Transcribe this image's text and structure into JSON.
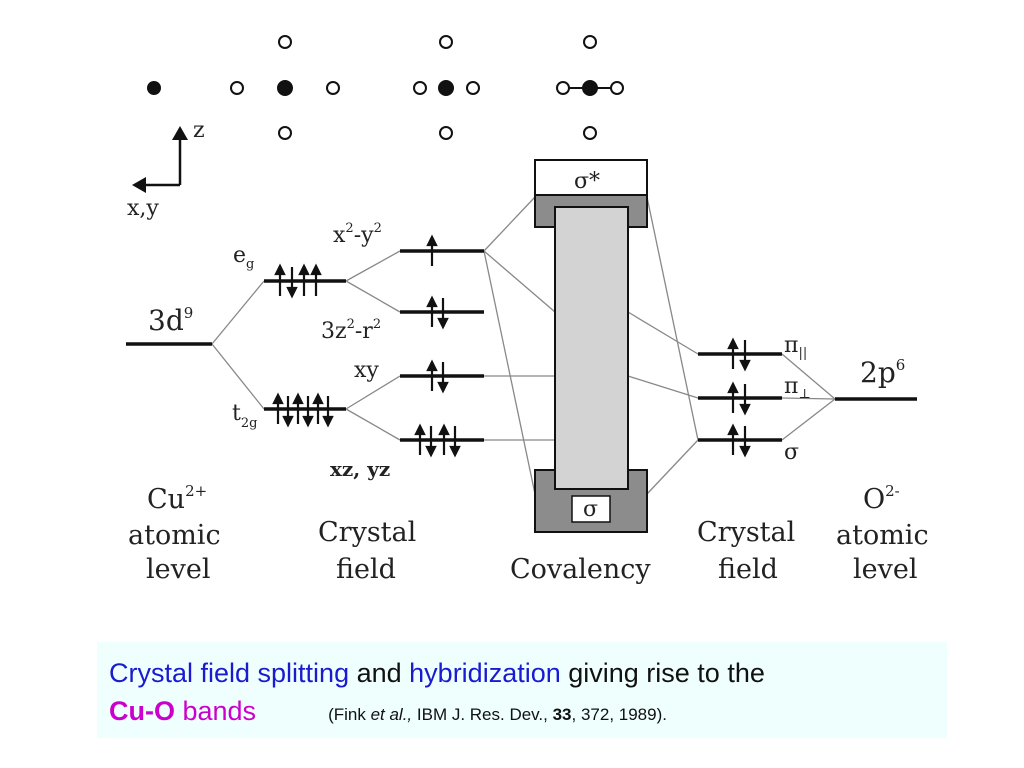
{
  "diagram": {
    "axes": {
      "z": "z",
      "xy": "x,y"
    },
    "levels": {
      "cu_atomic": "3d",
      "cu_atomic_sup": "9",
      "eg": "e",
      "eg_sub": "g",
      "t2g": "t",
      "t2g_sub": "2g",
      "x2y2_a": "x",
      "x2y2_b": "-y",
      "z2r2_a": "3z",
      "z2r2_b": "-r",
      "sup2": "2",
      "xy": "xy",
      "xzyz": "xz, yz",
      "sigma_star": "σ*",
      "sigma": "σ",
      "pi_par": "π",
      "pi_par_sub": "||",
      "pi_perp": "π",
      "pi_perp_sub": "⊥",
      "sigma_o": "σ",
      "o_atomic": "2p",
      "o_atomic_sup": "6"
    },
    "captions": {
      "cu_symbol": "Cu",
      "cu_charge": "2+",
      "cu_line2": "atomic",
      "cu_line3": "level",
      "cf_left_1": "Crystal",
      "cf_left_2": "field",
      "covalency": "Covalency",
      "cf_right_1": "Crystal",
      "cf_right_2": "field",
      "o_symbol": "O",
      "o_charge": "2-",
      "o_line2": "atomic",
      "o_line3": "level"
    }
  },
  "caption_box": {
    "part1": "Crystal field splitting",
    "part2": " and ",
    "part3": "hybridization",
    "part4": " giving rise to the",
    "part5": "Cu-O",
    "part6": " bands",
    "ref_open": "(Fink ",
    "ref_etal": "et al.,",
    "ref_journal": " IBM J. Res. Dev., ",
    "ref_vol": "33",
    "ref_rest": ", 372, 1989).",
    "colors": {
      "blue": "#1a1ad0",
      "magenta": "#cc00cc",
      "background": "#effffe"
    }
  }
}
